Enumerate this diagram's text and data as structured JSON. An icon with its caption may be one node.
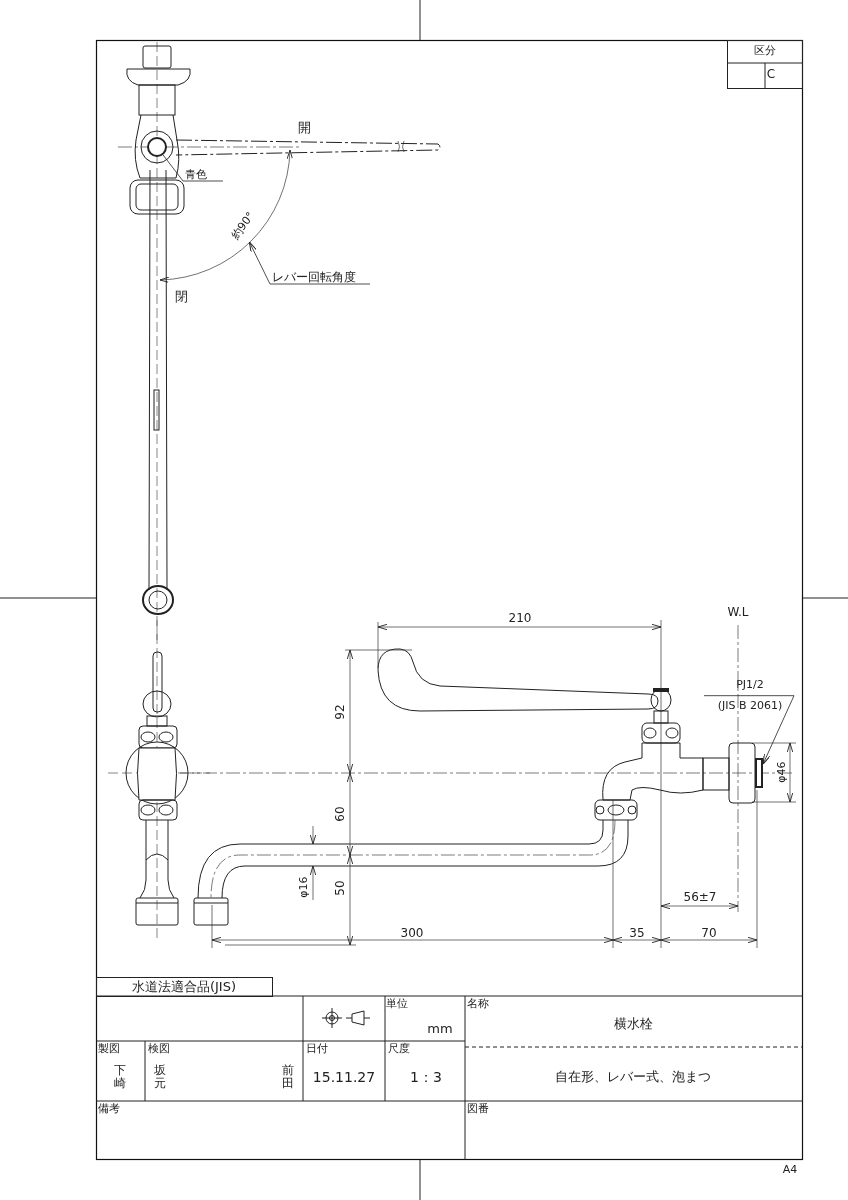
{
  "diagram": {
    "nodes": [
      {
        "text": [
          "青色"
        ]
      },
      {
        "text": [
          "レバー回転角度"
        ]
      },
      {
        "text": [
          "PJ1/2",
          "(JIS B 2061)"
        ]
      },
      {
        "text": [],
        "shape": "circle"
      },
      {
        "text": [],
        "shape": "box"
      },
      {
        "text": [
          "約90°"
        ]
      }
    ],
    "edges": [
      {
        "from": 0,
        "to": 3,
        "arrow": "none"
      },
      {
        "from": 1,
        "to": 5,
        "arrow": "to"
      },
      {
        "from": 2,
        "to": 4,
        "arrow": "to"
      }
    ],
    "labels": [
      "開",
      "閉",
      "区分",
      "C",
      "W.L",
      "210",
      "92",
      "60",
      "50",
      "φ16",
      "300",
      "35",
      "70",
      "56±7",
      "φ46",
      "水道法適合品(JIS)",
      "単位",
      "mm",
      "名称",
      "横水栓",
      "製図",
      "下崎",
      "検図",
      "坂元",
      "前田",
      "日付",
      "15.11.27",
      "尺度",
      "1：3",
      "自在形、レバー式、泡まつ",
      "備考",
      "図番",
      "A4"
    ]
  }
}
